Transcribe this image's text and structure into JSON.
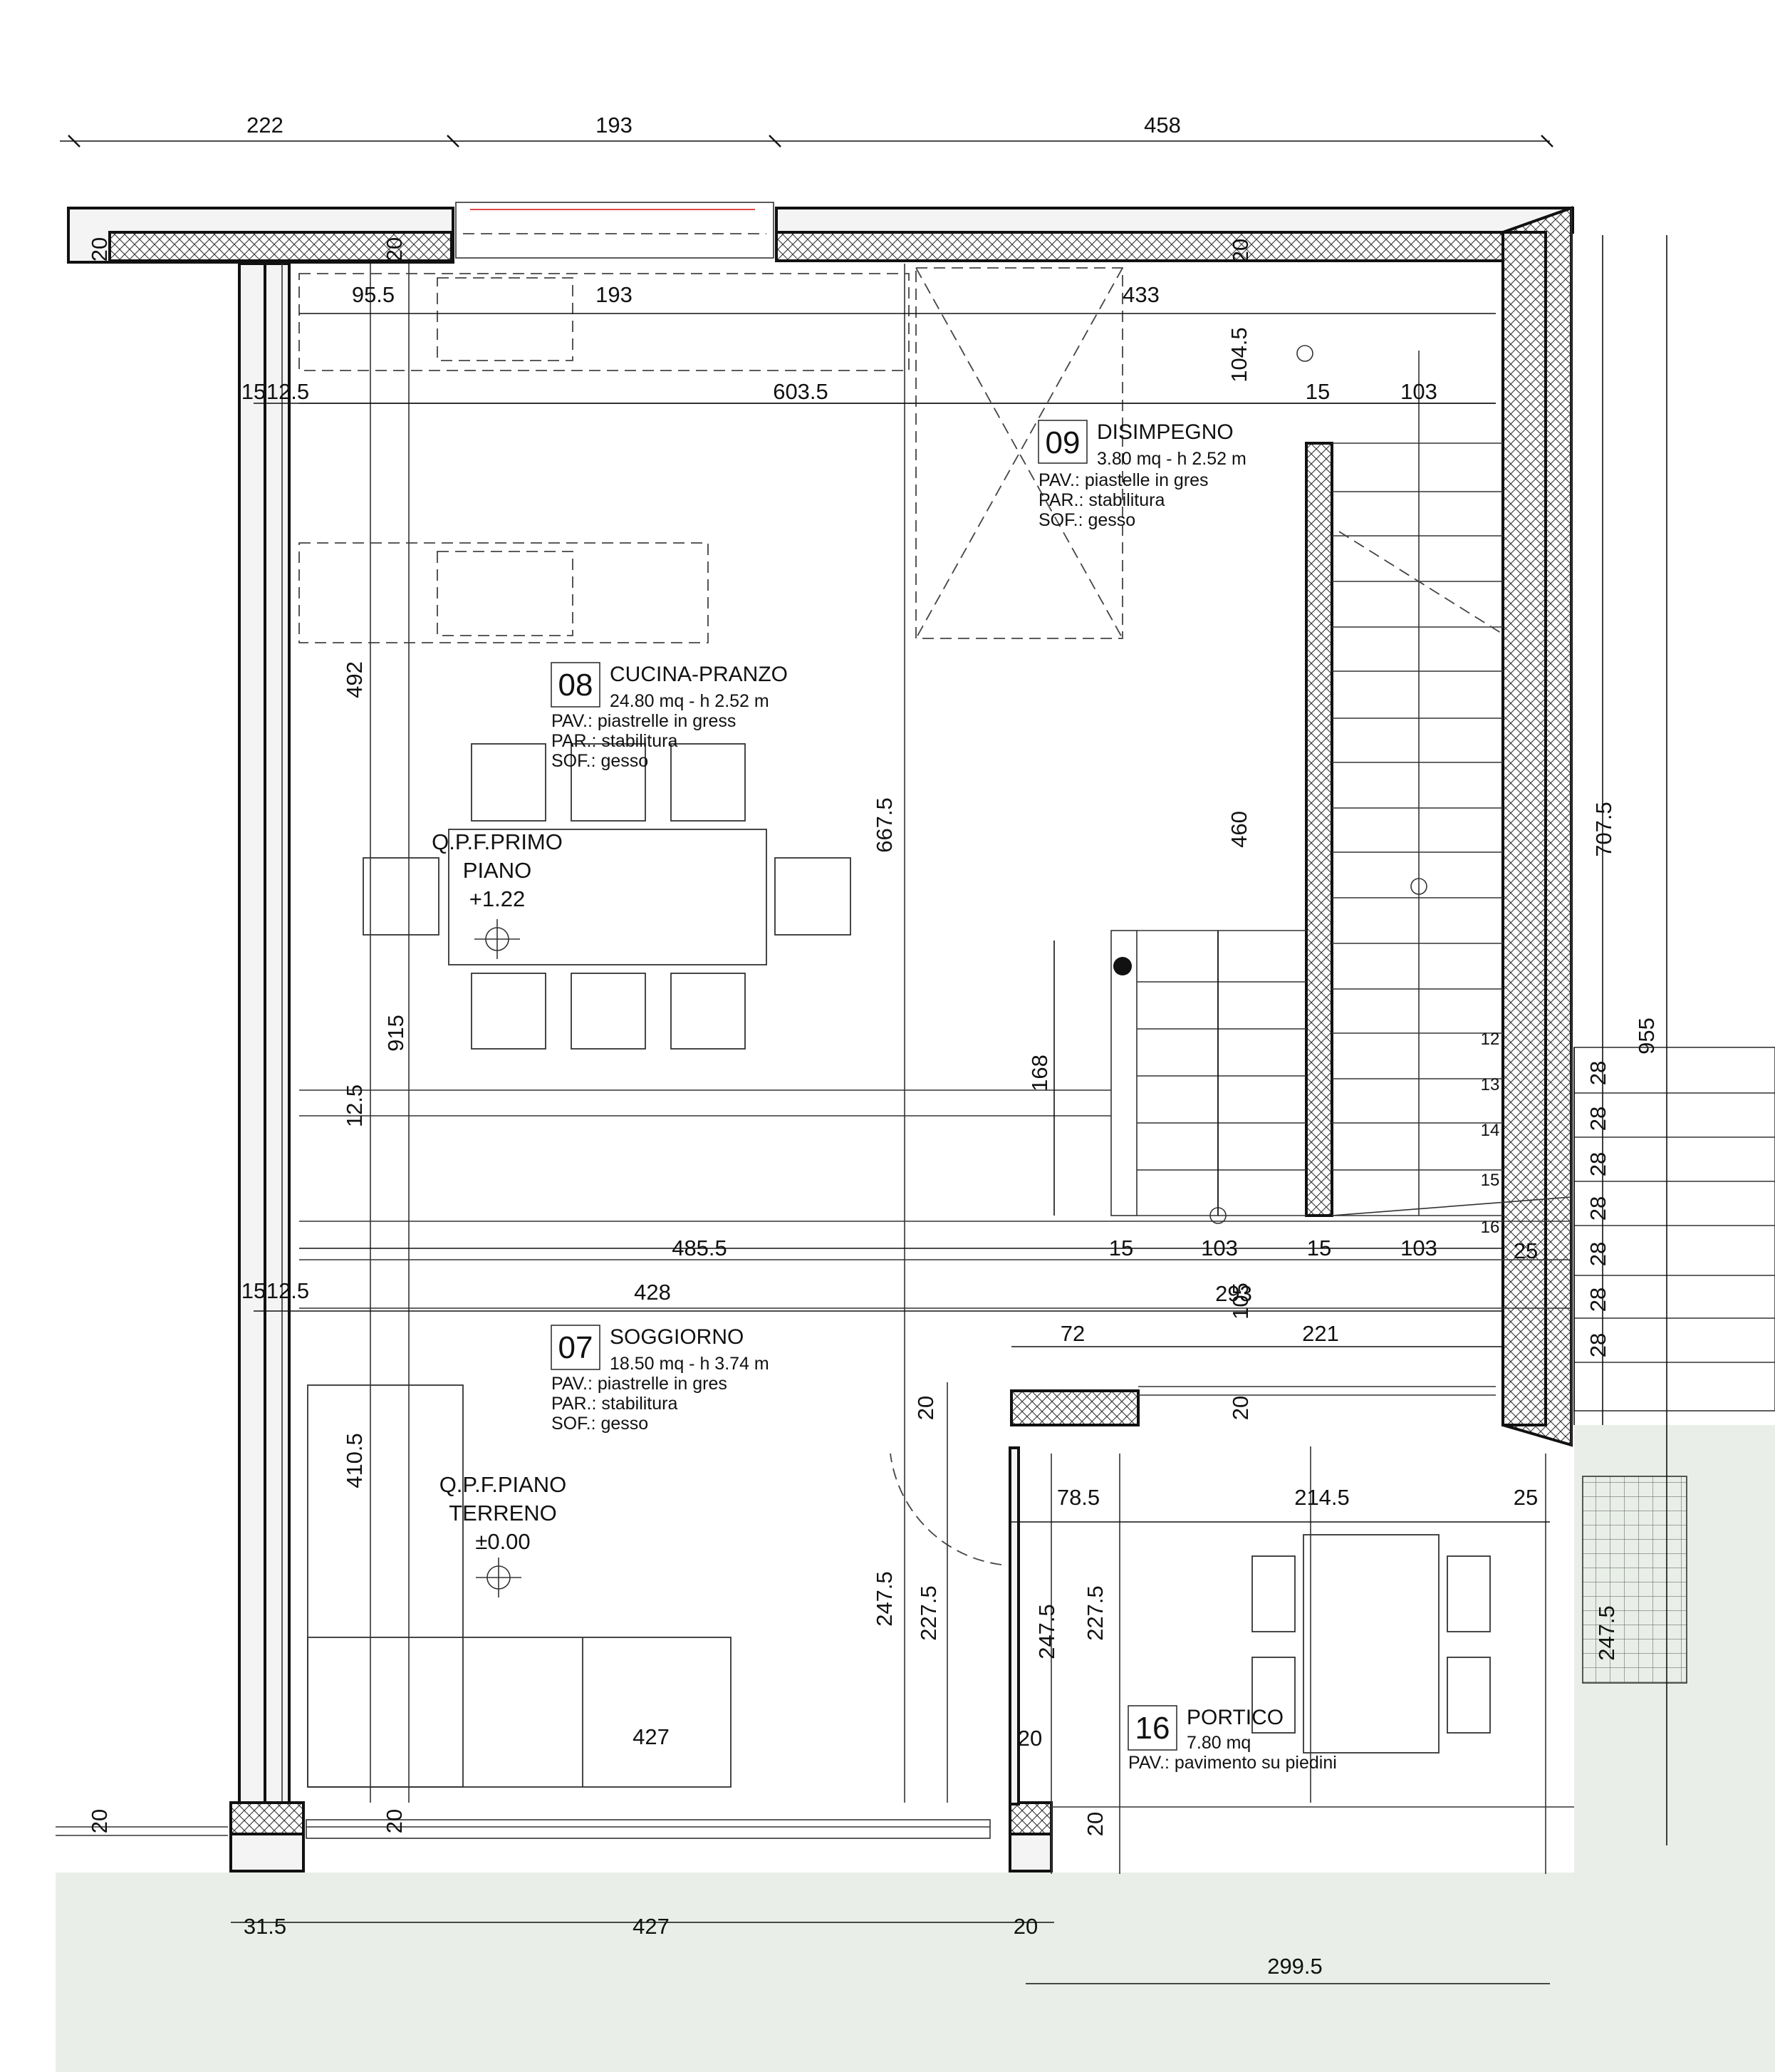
{
  "dimensions_top": [
    "222",
    "193",
    "458"
  ],
  "dimensions_inner": [
    "95.5",
    "193",
    "433",
    "603.5",
    "104.5",
    "15",
    "103"
  ],
  "dimensions_left": [
    "15",
    "12.5",
    "492",
    "915",
    "12.5",
    "15",
    "12.5",
    "410.5"
  ],
  "dimensions_mid": [
    "667.5",
    "460",
    "168",
    "485.5",
    "428",
    "15",
    "103",
    "15",
    "103",
    "25",
    "293",
    "105",
    "72",
    "221"
  ],
  "dimensions_right": [
    "707.5",
    "955",
    "28",
    "28",
    "28",
    "28",
    "28",
    "28",
    "28"
  ],
  "dimensions_portico": [
    "20",
    "20",
    "78.5",
    "214.5",
    "25",
    "247.5",
    "227.5",
    "247.5",
    "227.5",
    "20",
    "247.5",
    "427"
  ],
  "dimensions_bottom": [
    "31.5",
    "427",
    "20",
    "299.5",
    "20",
    "20",
    "20"
  ],
  "wall_marks": [
    "20",
    "20",
    "20"
  ],
  "rooms": [
    {
      "number": "09",
      "name": "DISIMPEGNO",
      "area": "3.80  mq - h 2.52 m",
      "pav": "PAV.: piastelle in gres",
      "par": "PAR.: stabilitura",
      "sof": "SOF.: gesso"
    },
    {
      "number": "08",
      "name": "CUCINA-PRANZO",
      "area": "24.80  mq - h 2.52 m",
      "pav": "PAV.: piastrelle in gress",
      "par": "PAR.: stabilitura",
      "sof": "SOF.: gesso"
    },
    {
      "number": "07",
      "name": "SOGGIORNO",
      "area": "18.50  mq - h 3.74 m",
      "pav": "PAV.: piastrelle in gres",
      "par": "PAR.: stabilitura",
      "sof": "SOF.: gesso"
    },
    {
      "number": "16",
      "name": "PORTICO",
      "area": "7.80 mq",
      "pav": "PAV.: pavimento su piedini"
    }
  ],
  "levels": [
    {
      "line1": "Q.P.F.PRIMO",
      "line2": "PIANO",
      "value": "+1.22"
    },
    {
      "line1": "Q.P.F.PIANO",
      "line2": "TERRENO",
      "value": "±0.00"
    }
  ],
  "stair_steps": [
    "12",
    "13",
    "14",
    "15",
    "16"
  ]
}
